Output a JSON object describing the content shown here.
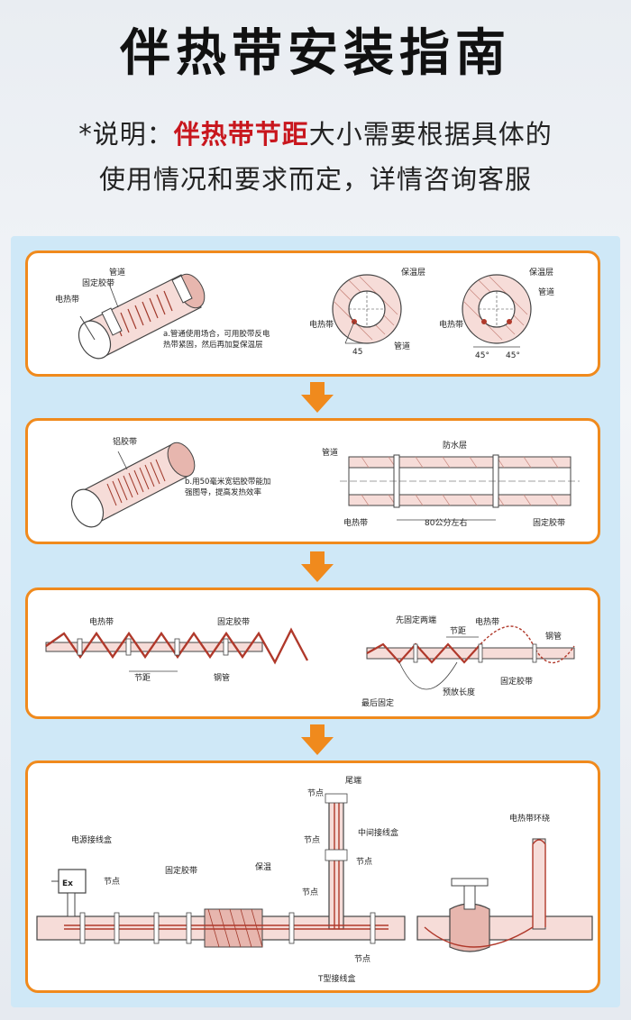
{
  "title": "伴热带安装指南",
  "note": {
    "prefix": "*说明：",
    "highlight": "伴热带节距",
    "rest": "大小需要根据具体的",
    "line2": "使用情况和要求而定，详情咨询客服"
  },
  "panel1": {
    "label_pipe": "管道",
    "label_tape": "固定胶带",
    "label_heater": "电热带",
    "caption_line1": "a.管通使用场合，可用胶带反电",
    "caption_line2": "热带紧固，然后再加复保温层",
    "c1_insulation": "保温层",
    "c1_heater": "电热带",
    "c1_pipe": "管道",
    "c1_angle": "45",
    "c2_insulation": "保温层",
    "c2_pipe": "管道",
    "c2_heater": "电热带",
    "c2_angle_left": "45°",
    "c2_angle_right": "45°"
  },
  "panel2": {
    "label_foil": "铝胶带",
    "caption_line1": "b.用50毫米宽铝胶带能加",
    "caption_line2": "强图导，提高发热效率",
    "label_pipe": "管道",
    "label_waterproof": "防水层",
    "label_heater": "电热带",
    "label_spacing": "80公分左右",
    "label_tape": "固定胶带"
  },
  "panel3": {
    "label_heater": "电热带",
    "label_tape": "固定胶带",
    "label_pitch": "节距",
    "label_steel": "钢管",
    "label_fix_ends": "先固定两端",
    "label_heater2": "电热带",
    "label_pitch2": "节距",
    "label_steel2": "钢管",
    "label_tape2": "固定胶带",
    "label_slack": "预放长度",
    "label_final": "最后固定"
  },
  "panel4": {
    "label_tail": "尾端",
    "label_node_top": "节点",
    "label_node_mid": "节点",
    "label_mid_box": "中间接线盒",
    "label_node_right": "节点",
    "label_power_box": "电源接线盒",
    "label_ex": "Ex",
    "label_node_left": "节点",
    "label_tape": "固定胶带",
    "label_insulation": "保温",
    "label_node_t": "节点",
    "label_node_bottom": "节点",
    "label_t_box": "T型接线盒",
    "label_loop": "电热带环绕"
  },
  "colors": {
    "accent": "#f08a1d",
    "highlight": "#c8161d",
    "board": "#cfe8f7",
    "pipe_fill": "#f6dcd8",
    "heater": "#b0392b"
  }
}
